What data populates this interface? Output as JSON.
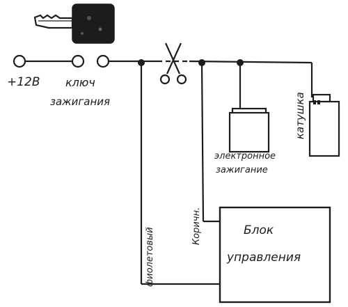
{
  "colors": {
    "ink": "#1c1c1c",
    "paper": "#ffffff"
  },
  "labels": {
    "supply": "+12В",
    "ignition_key_line1": "ключ",
    "ignition_key_line2": "зажигания",
    "violet_wire": "фиолетовый",
    "brown_wire": "Коричн.",
    "electronic_ignition_line1": "электронное",
    "electronic_ignition_line2": "зажигание",
    "coil": "катушка",
    "control_unit_line1": "Блок",
    "control_unit_line2": "управления"
  },
  "icons": {
    "key": "key-icon",
    "scissors": "scissors-icon"
  }
}
